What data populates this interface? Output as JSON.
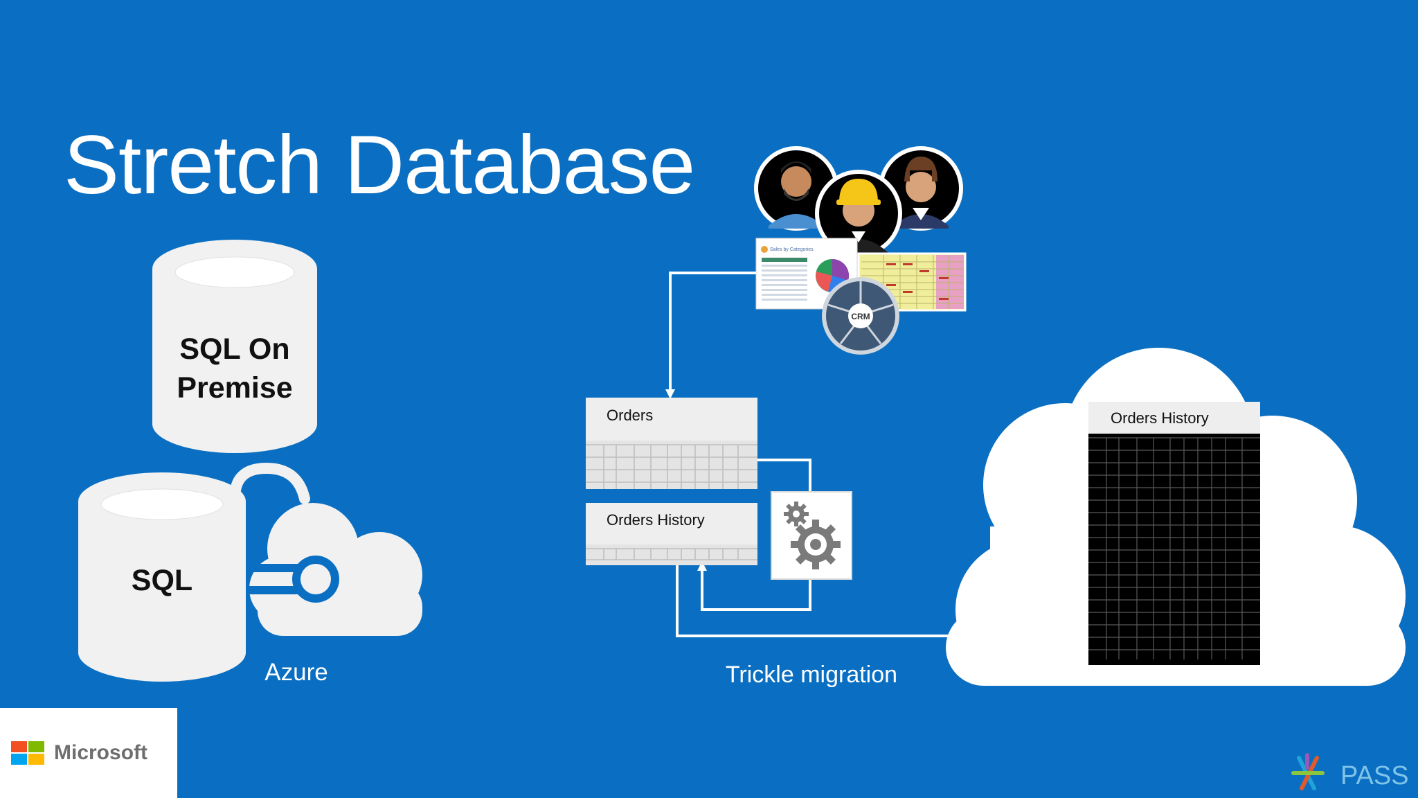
{
  "slide": {
    "title": "Stretch Database",
    "background_color": "#0a6fc2"
  },
  "left_diagram": {
    "on_premise_label_line1": "SQL On",
    "on_premise_label_line2": "Premise",
    "sql_label": "SQL",
    "azure_label": "Azure"
  },
  "right_diagram": {
    "orders_table_label": "Orders",
    "orders_history_table_label": "Orders History",
    "cloud_table_label": "Orders History",
    "migration_label": "Trickle migration",
    "report_crm_label": "CRM",
    "report_chart_title": "Sales by Categories",
    "icons": [
      "user-avatar-icon",
      "gear-icon",
      "cloud-icon",
      "database-icon"
    ]
  },
  "footer": {
    "brand_left": "Microsoft",
    "brand_right": "PASS"
  }
}
